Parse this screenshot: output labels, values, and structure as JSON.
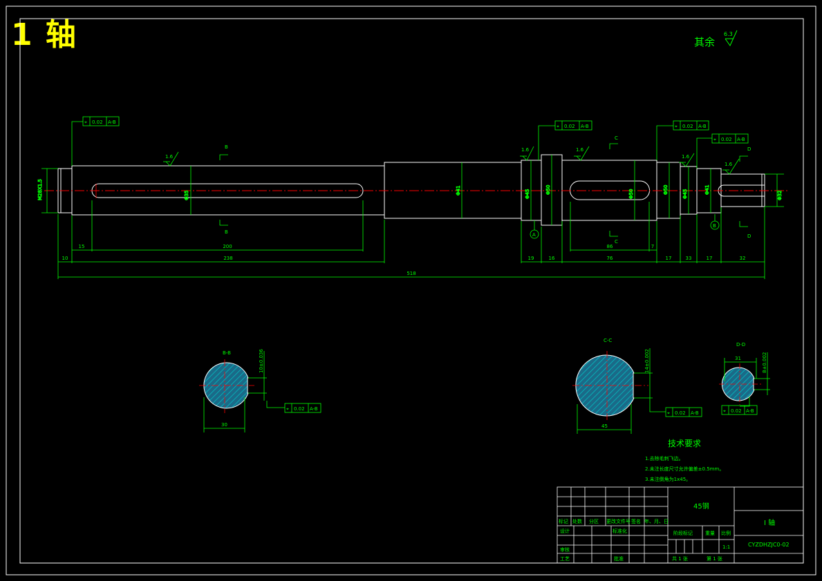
{
  "sheet_title": "1 轴",
  "roughness_note": {
    "label": "其余",
    "value": "6.3"
  },
  "roughness": {
    "r1": "1.6",
    "r2": "1.6",
    "r3": "1.6",
    "r4": "1.6",
    "r5": "1.6"
  },
  "tolerance_frames": {
    "f1": {
      "symbol": "⌖",
      "value": "0.02",
      "datum": "A-B"
    },
    "f2": {
      "symbol": "⌖",
      "value": "0.02",
      "datum": "A-B"
    },
    "f3": {
      "symbol": "⌖",
      "value": "0.02",
      "datum": "A-B"
    },
    "f4": {
      "symbol": "⌖",
      "value": "0.02",
      "datum": "A-B"
    },
    "f5": {
      "symbol": "⌖",
      "value": "0.02",
      "datum": "A-B"
    },
    "f6": {
      "symbol": "⌖",
      "value": "0.02",
      "datum": "A-B"
    },
    "f7": {
      "symbol": "⌖",
      "value": "0.02",
      "datum": "A-B"
    }
  },
  "datums": {
    "a": "A",
    "b": "B"
  },
  "section_marks": {
    "b": "B",
    "c": "C",
    "d": "D"
  },
  "diameters": {
    "d_left_end": "M28X1.5",
    "d_key1": "Φ35",
    "d_mid": "Φ41",
    "d_bearing1": "Φ45",
    "d_collar": "Φ50",
    "d_key2": "Φ50",
    "d_shoulder2": "Φ50",
    "d_bearing2": "Φ45",
    "d_step": "Φ41",
    "d_right_end": "Φ32"
  },
  "dimensions": {
    "d15": "15",
    "d200": "200",
    "d10": "10",
    "d238": "238",
    "d518": "518",
    "d19": "19",
    "d16": "16",
    "d76": "76",
    "d86": "86",
    "d7": "7",
    "d17a": "17",
    "d33": "33",
    "d17b": "17",
    "d32": "32"
  },
  "sections": {
    "bb": {
      "label": "B-B",
      "tol": "10±0.036",
      "width": "30"
    },
    "cc": {
      "label": "C-C",
      "tol": "14±0.002",
      "width": "45"
    },
    "dd": {
      "label": "D-D",
      "tol": "8±0.002",
      "width": "31"
    }
  },
  "tech_requirements": {
    "title": "技术要求",
    "items": [
      "1.去除毛刺飞边。",
      "2.未注长度尺寸允许偏差±0.5mm。",
      "3.未注倒角为1x45。"
    ]
  },
  "title_block": {
    "material": "45钢",
    "part_name": "I 轴",
    "drawing_no": "CYZDHZJC0-02",
    "headers": [
      "标记",
      "处数",
      "分区",
      "更改文件号",
      "签名",
      "年、月、日"
    ],
    "design": "设计",
    "standardize": "标准化",
    "review": "审核",
    "process": "工艺",
    "approve": "批准",
    "stage_mark": "阶段标记",
    "weight": "重量",
    "scale_label": "比例",
    "scale": "1:1",
    "sheets": "共  1  张",
    "sheet_no": "第  1  张"
  },
  "colors": {
    "line": "#ffffff",
    "dim": "#00ff00",
    "center": "#ff0000",
    "title": "#ffff00",
    "hatch": "#00a0a0"
  }
}
